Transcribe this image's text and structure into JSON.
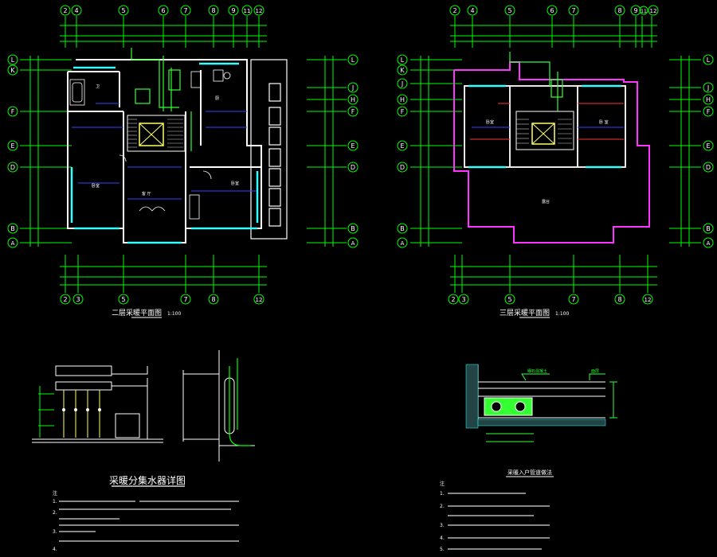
{
  "drawing": {
    "background": "#000000",
    "colors": {
      "grid": "#00ff00",
      "wall": "#ffffff",
      "cyan": "#33ffff",
      "pipe_blue": "#3344ff",
      "pipe_red": "#ff3333",
      "magenta": "#ff33ff",
      "yellow": "#ffff66",
      "green": "#33ff33"
    }
  },
  "plan2": {
    "title": "二层采暖平面图",
    "scale": "1:100",
    "top_axes": [
      "2",
      "4",
      "5",
      "6",
      "7",
      "8",
      "9",
      "11",
      "12"
    ],
    "bottom_axes": [
      "2",
      "3",
      "5",
      "7",
      "8",
      "12"
    ],
    "left_axes": [
      "L",
      "K",
      "F",
      "E",
      "D",
      "B",
      "A"
    ],
    "right_axes": [
      "L",
      "J",
      "H",
      "F",
      "E",
      "D",
      "B",
      "A"
    ],
    "room_labels": [
      "卧室",
      "客 厅",
      "卧室",
      "卫",
      "厨"
    ]
  },
  "plan3": {
    "title": "三层采暖平面图",
    "scale": "1:100",
    "top_axes": [
      "2",
      "4",
      "5",
      "6",
      "7",
      "8",
      "9",
      "11",
      "12"
    ],
    "bottom_axes": [
      "2",
      "3",
      "5",
      "7",
      "8",
      "12"
    ],
    "left_axes": [
      "L",
      "K",
      "J",
      "H",
      "F",
      "E",
      "D",
      "B",
      "A"
    ],
    "right_axes": [
      "L",
      "J",
      "H",
      "F",
      "E",
      "D",
      "B",
      "A"
    ],
    "room_labels": [
      "卧室",
      "卧 室",
      "露台"
    ]
  },
  "detail_manifold": {
    "title": "采暖分集水器详图",
    "notes_heading": "注",
    "notes": [
      "1.",
      "2.",
      "3.",
      "4."
    ]
  },
  "detail_floor": {
    "title": "采暖入户管道做法",
    "labels": [
      "细石混凝土",
      "面层"
    ],
    "notes_heading": "注",
    "notes": [
      "1.",
      "2.",
      "3.",
      "4.",
      "5."
    ]
  }
}
